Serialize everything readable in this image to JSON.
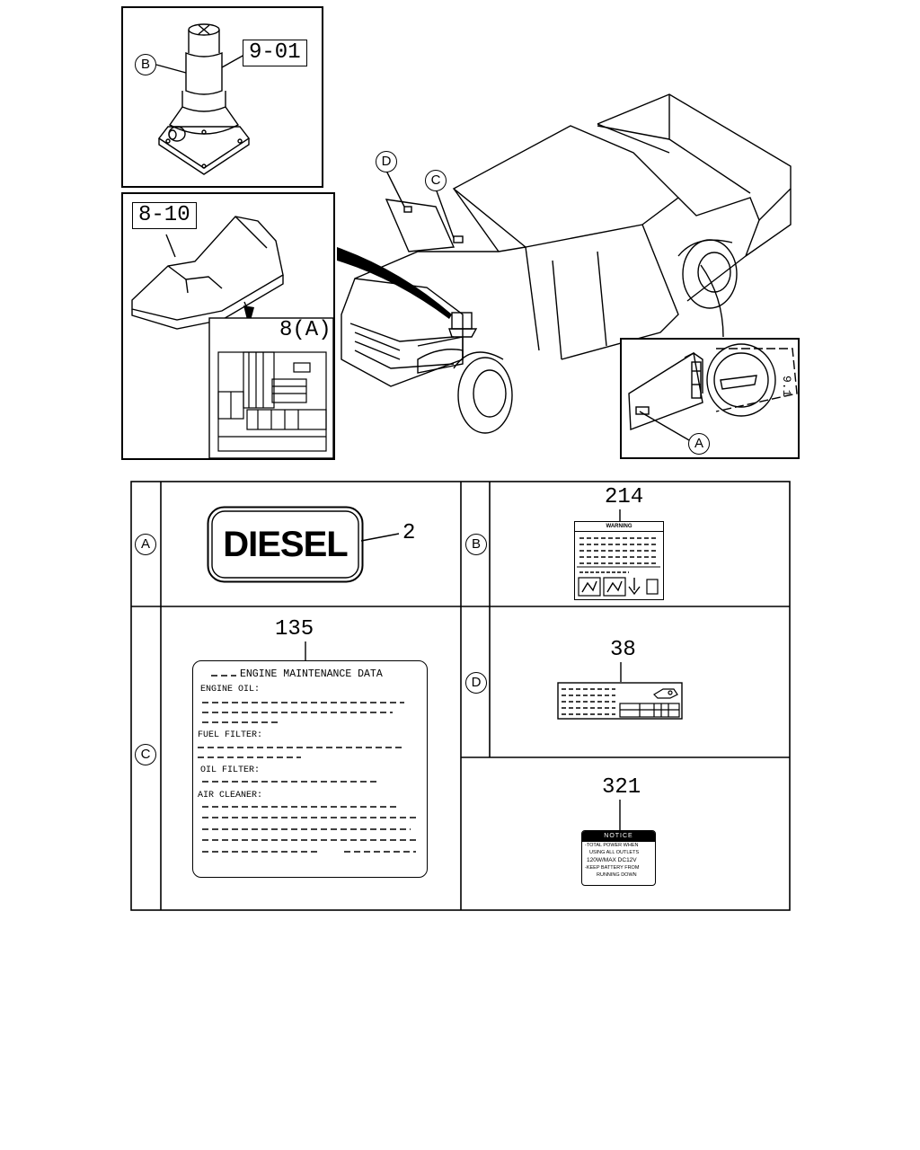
{
  "jack_panel": {
    "ref_number": "9-01",
    "callout": "B"
  },
  "fusebox_panel": {
    "ref_number": "8-10",
    "sub_ref": "8(A)"
  },
  "truck": {
    "callouts": [
      "D",
      "C"
    ]
  },
  "fuel_lid_panel": {
    "callout": "A"
  },
  "label_table": {
    "row_a": {
      "letter": "A",
      "part_number": "2",
      "label_text": "DIESEL"
    },
    "row_b": {
      "letter": "B",
      "part_number": "214",
      "label_header": "WARNING"
    },
    "row_c": {
      "letter": "C",
      "part_number": "135",
      "title": "ENGINE MAINTENANCE DATA",
      "fields": [
        "ENGINE OIL:",
        "FUEL FILTER:",
        "OIL FILTER:",
        "AIR CLEANER:"
      ]
    },
    "row_d": {
      "letter": "D",
      "part_number": "38"
    },
    "row_e": {
      "part_number": "321",
      "header": "NOTICE",
      "lines": [
        "-TOTAL POWER WHEN",
        "USING ALL OUTLETS",
        "120W/MAX DC12V",
        "-KEEP BATTERY FROM",
        "RUNNING DOWN"
      ]
    }
  }
}
